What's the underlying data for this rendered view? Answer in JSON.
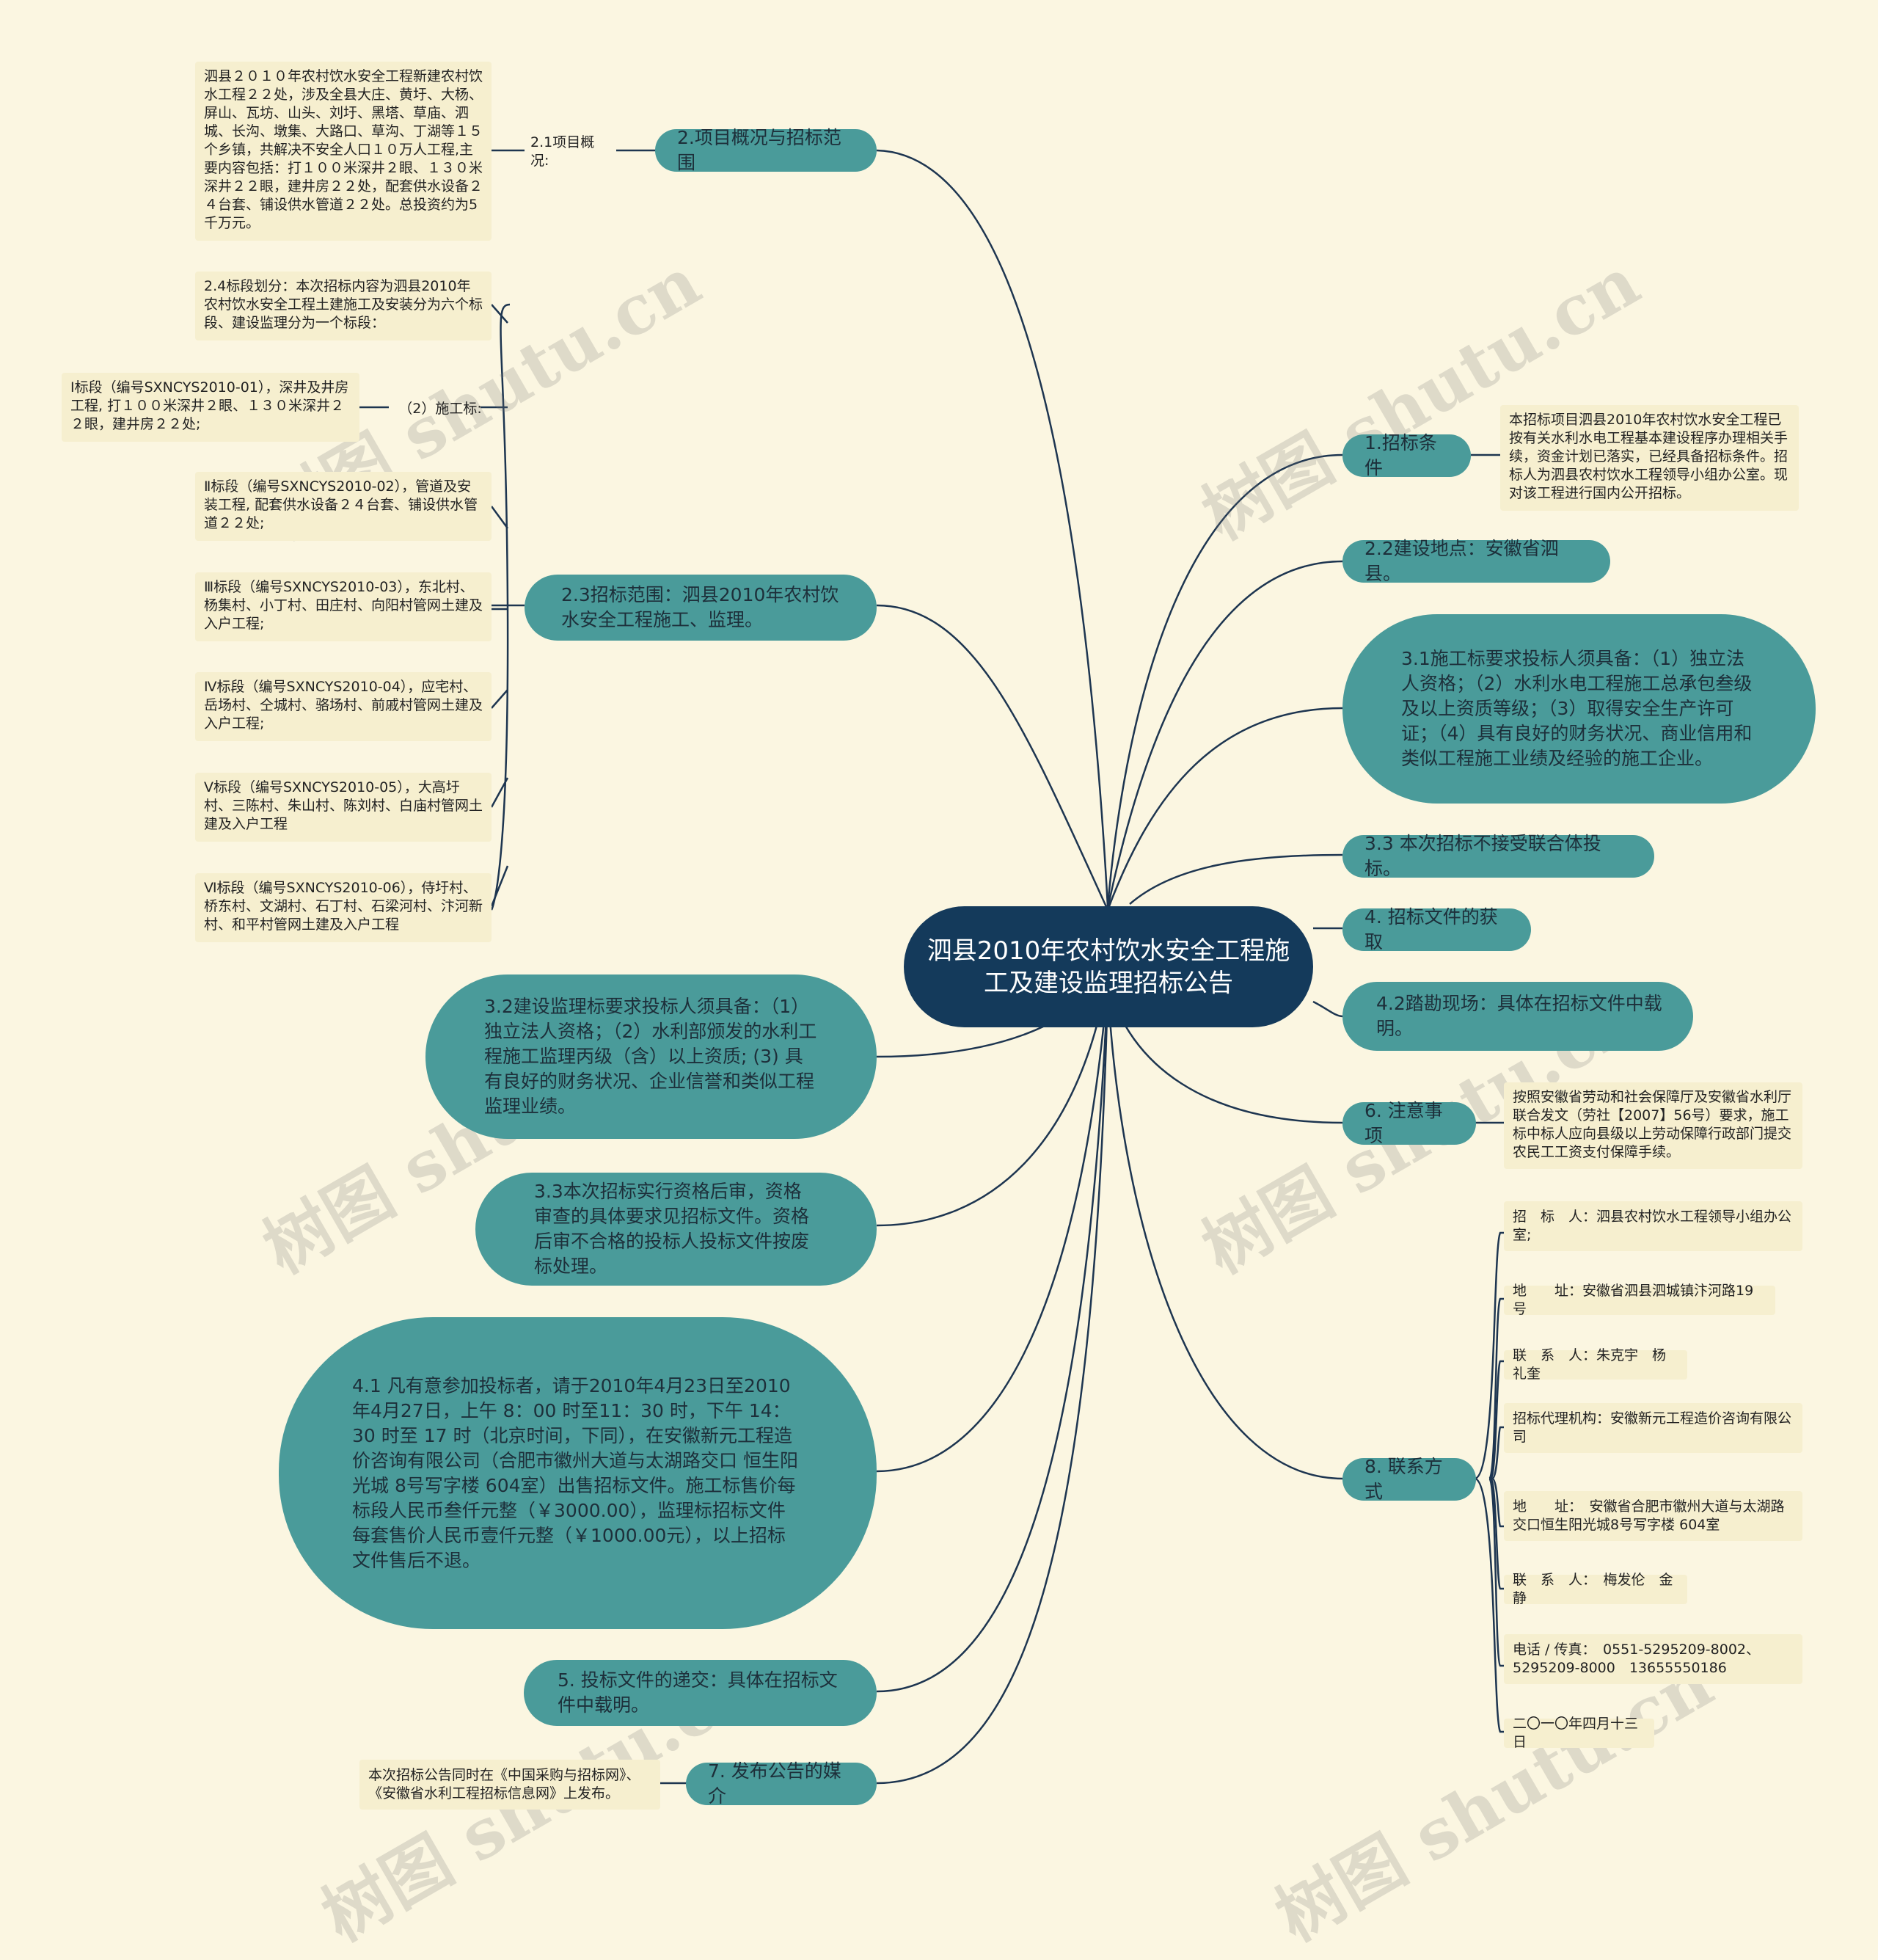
{
  "root": {
    "title": "泗县2010年农村饮水安全工程施工及建设监理招标公告"
  },
  "left": {
    "n2": {
      "label": "2.项目概况与招标范围"
    },
    "n21_label": "2.1项目概况:",
    "n21_note": "泗县２０１０年农村饮水安全工程新建农村饮水工程２２处，涉及全县大庄、黄圩、大杨、屏山、瓦坊、山头、刘圩、黑塔、草庙、泗城、长沟、墩集、大路口、草沟、丁湖等１５个乡镇，共解决不安全人口１０万人工程,主要内容包括：打１００米深井２眼、１３０米深井２２眼，建井房２２处，配套供水设备２４台套、铺设供水管道２２处。总投资约为5千万元。",
    "n23": {
      "label": "2.3招标范围：泗县2010年农村饮水安全工程施工、监理。"
    },
    "n24_note": "2.4标段划分：本次招标内容为泗县2010年农村饮水安全工程土建施工及安装分为六个标段、建设监理分为一个标段：",
    "shigong_label": "（2）施工标:",
    "seg1": "Ⅰ标段（编号SXNCYS2010-01），深井及井房工程, 打１００米深井２眼、１３０米深井２２眼，建井房２２处;",
    "seg2": "Ⅱ标段（编号SXNCYS2010-02），管道及安装工程, 配套供水设备２４台套、铺设供水管道２２处;",
    "seg3": "Ⅲ标段（编号SXNCYS2010-03），东北村、杨集村、小丁村、田庄村、向阳村管网土建及入户工程;",
    "seg4": "Ⅳ标段（编号SXNCYS2010-04），应宅村、岳场村、仝城村、骆场村、前戚村管网土建及入户工程;",
    "seg5": "Ⅴ标段（编号SXNCYS2010-05），大高圩村、三陈村、朱山村、陈刘村、白庙村管网土建及入户工程",
    "seg6": "Ⅵ标段（编号SXNCYS2010-06），侍圩村、桥东村、文湖村、石丁村、石梁河村、汴河新村、和平村管网土建及入户工程",
    "n32": "3.2建设监理标要求投标人须具备：（1）独立法人资格；（2）水利部颁发的水利工程施工监理丙级（含）以上资质; (3) 具有良好的财务状况、企业信誉和类似工程监理业绩。",
    "n33": "3.3本次招标实行资格后审，资格审查的具体要求见招标文件。资格后审不合格的投标人投标文件按废标处理。",
    "n41": "4.1 凡有意参加投标者，请于2010年4月23日至2010年4月27日，上午 8：00 时至11：30 时，下午 14：30 时至 17 时（北京时间，下同），在安徽新元工程造价咨询有限公司（合肥市徽州大道与太湖路交口 恒生阳光城 8号写字楼 604室）出售招标文件。施工标售价每标段人民币叁仟元整（￥3000.00），监理标招标文件每套售价人民币壹仟元整（￥1000.00元），以上招标文件售后不退。",
    "n5": "5. 投标文件的递交：具体在招标文件中载明。",
    "n7": "7. 发布公告的媒介",
    "n7_note": "本次招标公告同时在《中国采购与招标网》、《安徽省水利工程招标信息网》上发布。"
  },
  "right": {
    "n1": "1.招标条件",
    "n1_note": "本招标项目泗县2010年农村饮水安全工程已按有关水利水电工程基本建设程序办理相关手续，资金计划已落实，已经具备招标条件。招标人为泗县农村饮水工程领导小组办公室。现对该工程进行国内公开招标。",
    "n22": "2.2建设地点：安徽省泗县。",
    "n31": "3.1施工标要求投标人须具备：（1）独立法人资格；（2）水利水电工程施工总承包叁级及以上资质等级；（3）取得安全生产许可证；（4）具有良好的财务状况、商业信用和类似工程施工业绩及经验的施工企业。",
    "n3_3": "3.3 本次招标不接受联合体投标。",
    "n4": "4. 招标文件的获取",
    "n42": "4.2踏勘现场：具体在招标文件中载明。",
    "n6": "6. 注意事项",
    "n6_note": "按照安徽省劳动和社会保障厅及安徽省水利厅联合发文（劳社【2007】56号）要求，施工标中标人应向县级以上劳动保障行政部门提交农民工工资支付保障手续。",
    "n8": "8. 联系方式",
    "c1": "招　标　人：泗县农村饮水工程领导小组办公室;",
    "c2": "地　　址：安徽省泗县泗城镇汴河路19号",
    "c3": "联　系　人：朱克宇　杨礼奎",
    "c4": "招标代理机构：安徽新元工程造价咨询有限公司",
    "c5": "地　　址：　安徽省合肥市徽州大道与太湖路交口恒生阳光城8号写字楼 604室",
    "c6": "联　系　人：　梅发伦　金静",
    "c7": "电话 / 传真：　0551-5295209-8002、5295209-8000　13655550186",
    "c8": "二〇一〇年四月十三日"
  },
  "watermark": "树图 shutu.cn",
  "colors": {
    "background": "#fbf6e1",
    "root": "#143a5b",
    "topic": "#4a9b9a",
    "note": "#f6efcf",
    "line": "#1d3550"
  }
}
